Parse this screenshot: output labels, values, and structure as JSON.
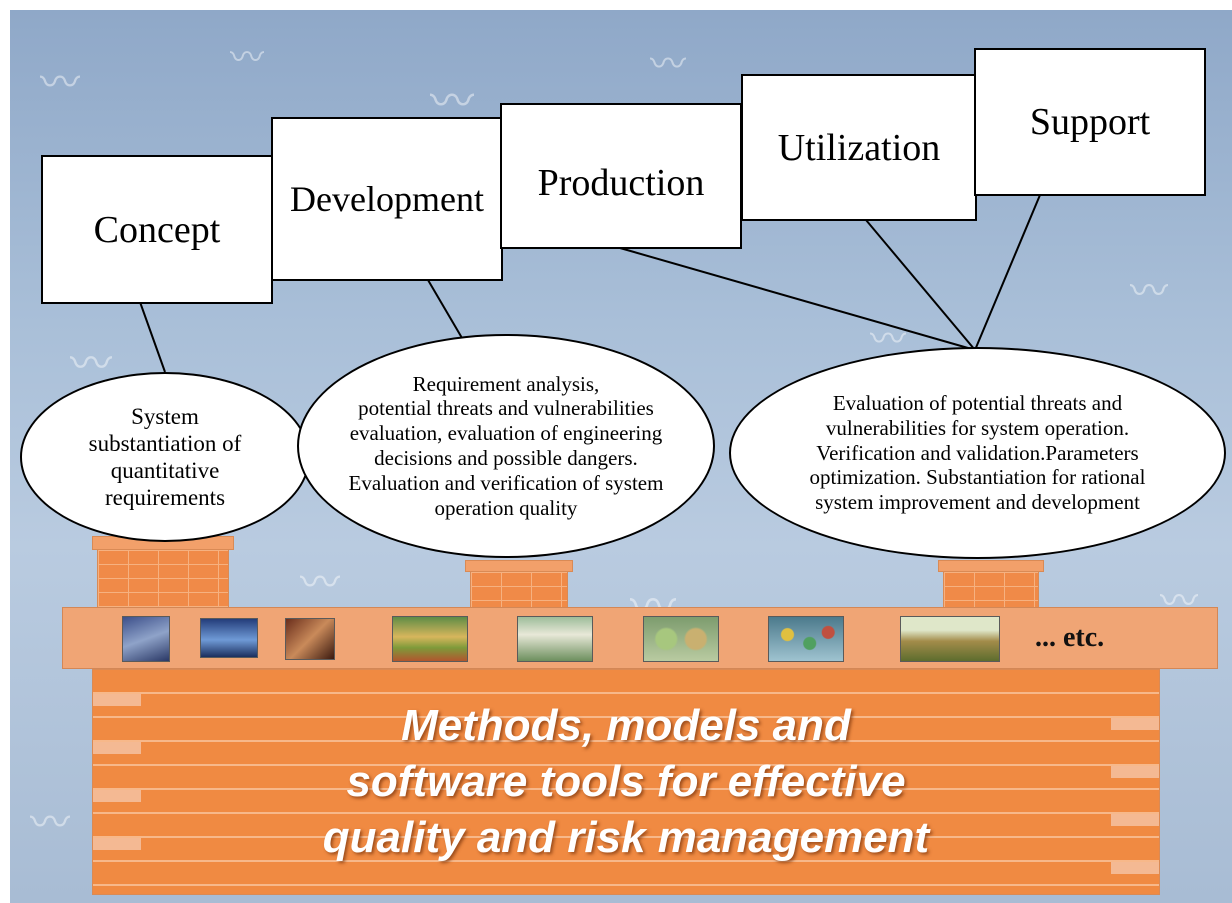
{
  "stages": {
    "concept": "Concept",
    "development": "Development",
    "production": "Production",
    "utilization": "Utilization",
    "support": "Support"
  },
  "ellipses": {
    "left": [
      "System",
      "substantiation of",
      "quantitative",
      "requirements"
    ],
    "middle": [
      "Requirement analysis,",
      "potential threats and vulnerabilities",
      "evaluation, evaluation of engineering",
      "decisions and possible dangers.",
      "Evaluation and verification of system",
      "operation quality"
    ],
    "right": [
      "Evaluation of potential threats and",
      "vulnerabilities for system operation.",
      "Verification and validation.Parameters",
      "optimization. Substantiation for rational",
      "system improvement and development"
    ]
  },
  "shelf": {
    "etc": "... etc."
  },
  "wall": {
    "lines": [
      "Methods, models and",
      "software tools for effective",
      "quality and risk management"
    ]
  },
  "colors": {
    "brick": "#f08a42",
    "brick_light": "#f7b88a",
    "sky": "#a9bfd8"
  }
}
